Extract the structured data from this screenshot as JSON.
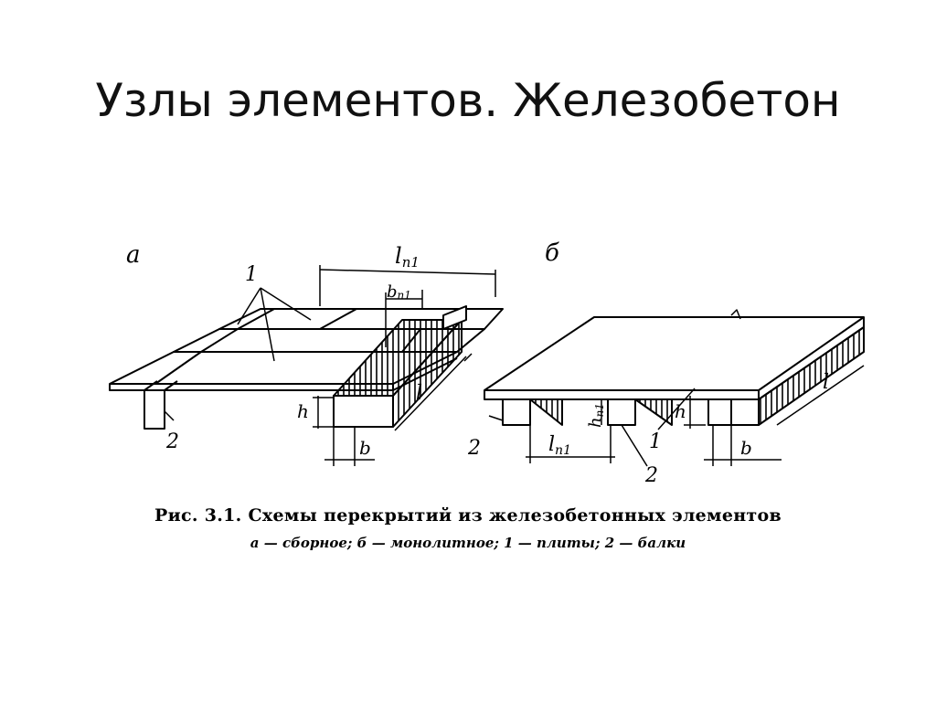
{
  "slide": {
    "title": "Узлы элементов. Железобетон"
  },
  "figure": {
    "panel_a": {
      "letter": "а",
      "dim_span": "l",
      "dim_span_sub": "п1",
      "dim_width": "b",
      "dim_width_sub": "п1",
      "label_slabs": "1",
      "label_beam": "2",
      "dim_h": "h",
      "dim_l": "l",
      "dim_b": "b"
    },
    "panel_b": {
      "letter": "б",
      "dim_h_rib": "h",
      "dim_h_rib_sub": "п1",
      "dim_span": "l",
      "dim_span_sub": "п1",
      "label_slab": "1",
      "label_beam_left": "2",
      "label_beam_mid": "2",
      "dim_h": "h",
      "dim_l": "l",
      "dim_b": "b"
    },
    "caption": "Рис. 3.1. Схемы перекрытий из железобетонных элементов",
    "legend": "а — сборное; б — монолитное; 1 — плиты; 2 — балки"
  }
}
